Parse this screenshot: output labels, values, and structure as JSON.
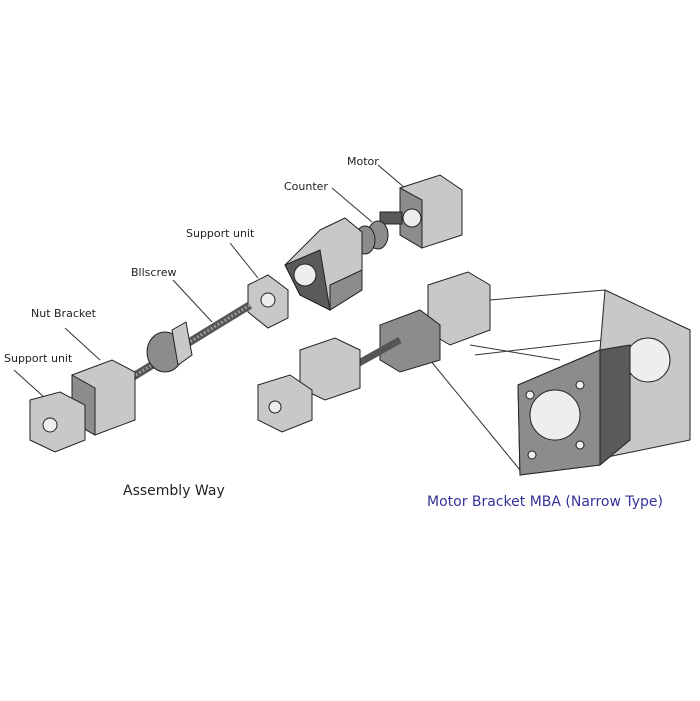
{
  "labels": {
    "motor": "Motor",
    "counter": "Counter",
    "support_unit_top": "Support unit",
    "ballscrew": "Bllscrew",
    "nut_bracket": "Nut Bracket",
    "support_unit_bottom": "Support unit"
  },
  "captions": {
    "assembly": "Assembly Way",
    "bracket": "Motor Bracket MBA (Narrow Type)"
  },
  "colors": {
    "caption_blue": "#333399",
    "part_gray": "#8c8c8c"
  }
}
